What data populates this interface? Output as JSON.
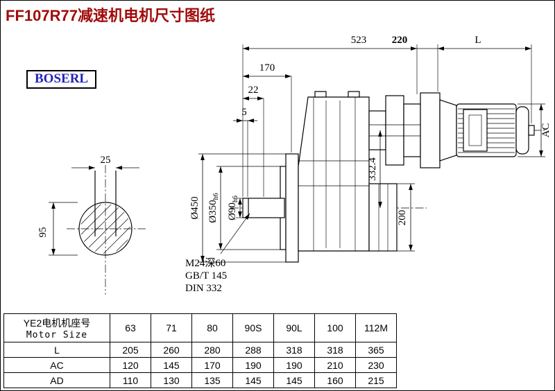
{
  "page": {
    "title": "FF107R77减速机电机尺寸图纸",
    "logo": "BOSERL"
  },
  "drawing": {
    "dim_total": "523",
    "dim_adapter": "220",
    "dim_motor_len": "L",
    "dim_170": "170",
    "dim_22": "22",
    "dim_5": "5",
    "dim_ac": "AC",
    "dim_center_height": "332.4",
    "dim_200": "200",
    "dia_flange": "Ø450",
    "dia_spigot": "Ø350",
    "dia_spigot_tol": "h6",
    "dia_bore": "Ø90",
    "dia_bore_tol": "h6",
    "key_width": "25",
    "shaft_dim": "95",
    "note_thread": "M24深60",
    "note_gb": "GB/T 145",
    "note_din": "DIN 332"
  },
  "table": {
    "header_cn": "YE2电机机座号",
    "header_en": "Motor Size",
    "sizes": [
      "63",
      "71",
      "80",
      "90S",
      "90L",
      "100",
      "112M"
    ],
    "rows": [
      {
        "label": "L",
        "values": [
          "205",
          "260",
          "280",
          "288",
          "318",
          "318",
          "365"
        ]
      },
      {
        "label": "AC",
        "values": [
          "120",
          "145",
          "170",
          "190",
          "190",
          "210",
          "230"
        ]
      },
      {
        "label": "AD",
        "values": [
          "110",
          "130",
          "135",
          "145",
          "145",
          "160",
          "215"
        ]
      }
    ]
  }
}
